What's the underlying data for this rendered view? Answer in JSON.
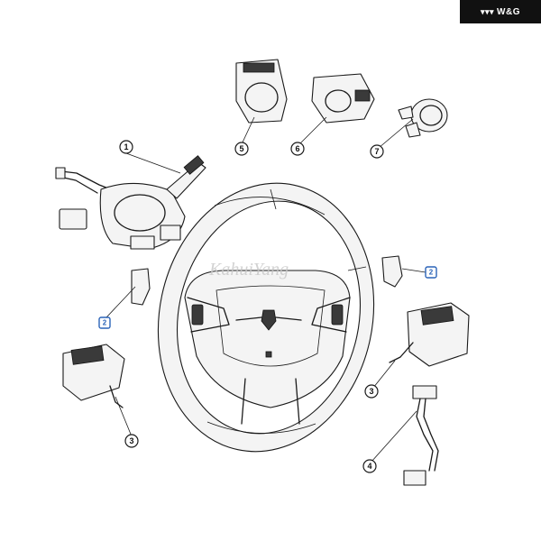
{
  "brand": {
    "glyph": "▾▾▾",
    "text": "W&G"
  },
  "watermark": "KahuiYang",
  "callouts": [
    {
      "id": "c1",
      "label": "1"
    },
    {
      "id": "c2a",
      "label": "2"
    },
    {
      "id": "c2b",
      "label": "2"
    },
    {
      "id": "c3a",
      "label": "3"
    },
    {
      "id": "c3b",
      "label": "3"
    },
    {
      "id": "c4",
      "label": "4"
    },
    {
      "id": "c5",
      "label": "5"
    },
    {
      "id": "c6",
      "label": "6"
    },
    {
      "id": "c7",
      "label": "7"
    }
  ],
  "colors": {
    "line": "#1a1a1a",
    "reference": "#2a63b8",
    "brand_bg": "#111111"
  }
}
